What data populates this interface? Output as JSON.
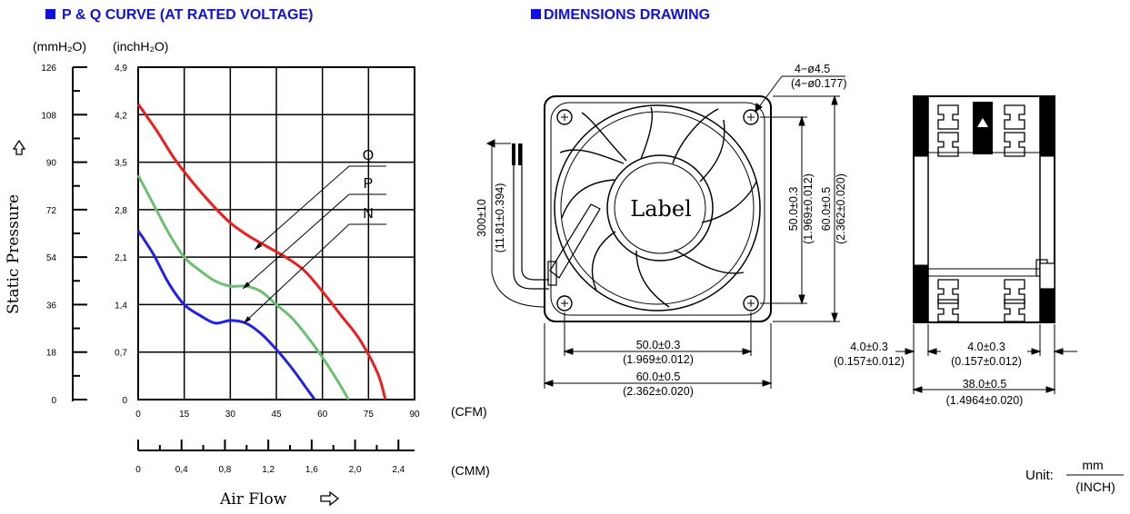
{
  "left": {
    "heading": "P & Q CURVE (AT RATED VOLTAGE)",
    "unit_mm": "(mmH₂O)",
    "unit_inch": "(inchH₂O)",
    "ylabel": "Static Pressure",
    "xlabel": "Air Flow",
    "cfm_label": "(CFM)",
    "cmm_label": "(CMM)"
  },
  "chart_data": {
    "type": "line",
    "title": "P & Q CURVE (AT RATED VOLTAGE)",
    "xlabel": "Air Flow",
    "ylabel": "Static Pressure",
    "x_unit": "CFM",
    "x2_unit": "CMM",
    "y_unit": "mmH2O",
    "y2_unit": "inchH2O",
    "xlim": [
      0,
      90
    ],
    "ylim": [
      0,
      126
    ],
    "x_ticks": [
      "0",
      "15",
      "30",
      "45",
      "60",
      "75",
      "90"
    ],
    "x2_ticks": [
      "0",
      "0,4",
      "0,8",
      "1,2",
      "1,6",
      "2,0",
      "2,4"
    ],
    "y_ticks": [
      "0",
      "18",
      "36",
      "54",
      "72",
      "90",
      "108",
      "126"
    ],
    "y2_ticks": [
      "0",
      "0,7",
      "1,4",
      "2,1",
      "2,8",
      "3,5",
      "4,2",
      "4,9"
    ],
    "grid": true,
    "series": [
      {
        "name": "Q",
        "color": "#ee1c1c",
        "x": [
          0,
          6,
          12,
          18,
          24,
          30,
          36,
          42,
          48,
          54,
          60,
          66,
          72,
          78,
          80.5
        ],
        "y": [
          112,
          102,
          91,
          82,
          74,
          67,
          62,
          58,
          54,
          49,
          41,
          32,
          23,
          10,
          0
        ]
      },
      {
        "name": "P",
        "color": "#6cbf73",
        "x": [
          0,
          5,
          10,
          15,
          20,
          25,
          30,
          35,
          40,
          45,
          50,
          55,
          60,
          65,
          68.5
        ],
        "y": [
          85,
          74,
          63,
          54,
          49,
          45,
          43,
          43,
          41,
          36,
          31,
          24,
          16,
          7,
          0
        ]
      },
      {
        "name": "N",
        "color": "#2222e6",
        "x": [
          0,
          5,
          10,
          15,
          20,
          25,
          30,
          35,
          40,
          45,
          50,
          55,
          57.5
        ],
        "y": [
          64,
          55,
          44,
          36,
          32,
          29,
          30,
          29,
          25,
          19,
          12,
          4,
          0
        ]
      }
    ]
  },
  "right": {
    "heading": "DIMENSIONS DRAWING",
    "label_text": "Label",
    "hole_mm": "4−ø4.5",
    "hole_in": "(4−ø0.177)",
    "lead_mm": "300±10",
    "lead_in": "(11.81±0.394)",
    "pitch_mm": "50.0±0.3",
    "pitch_in": "(1.969±0.012)",
    "size_mm": "60.0±0.5",
    "size_in": "(2.362±0.020)",
    "flange_mm": "4.0±0.3",
    "flange_in": "(0.157±0.012)",
    "depth_mm": "38.0±0.5",
    "depth_in": "(1.4964±0.020)",
    "unit_prefix": "Unit:",
    "unit_num": "mm",
    "unit_den": "(INCH)"
  },
  "colors": {
    "heading": "#1010e0",
    "grid": "#000000",
    "background": "#ffffff"
  }
}
